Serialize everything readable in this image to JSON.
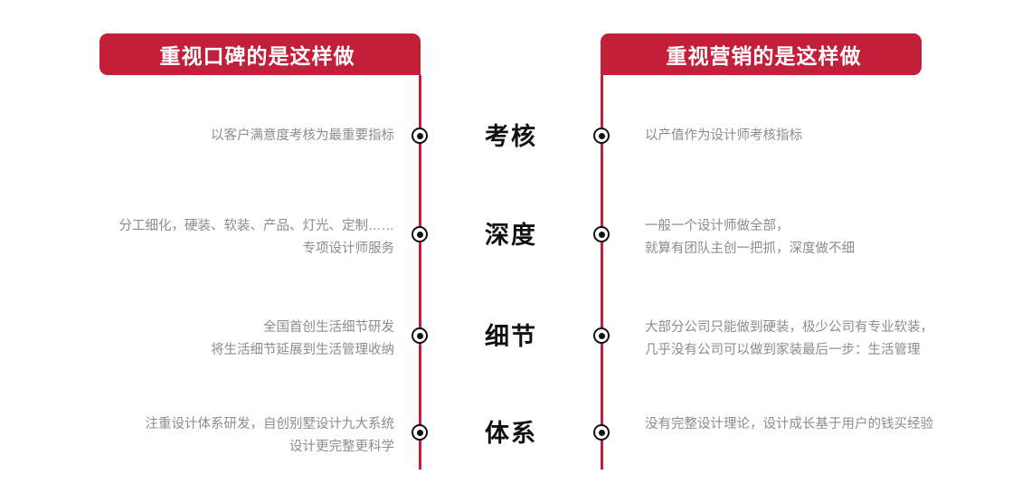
{
  "headers": {
    "left": "重视口碑的是这样做",
    "right": "重视营销的是这样做"
  },
  "colors": {
    "brand_red": "#c2203a",
    "text_gray": "#8c8c8c",
    "label_black": "#111111",
    "background": "#ffffff"
  },
  "rows": [
    {
      "category": "考核",
      "left": "以客户满意度考核为最重要指标",
      "right": "以产值作为设计师考核指标"
    },
    {
      "category": "深度",
      "left": "分工细化，硬装、软装、产品、灯光、定制……\n专项设计师服务",
      "right": "一般一个设计师做全部，\n就算有团队主创一把抓，深度做不细"
    },
    {
      "category": "细节",
      "left": "全国首创生活细节研发\n将生活细节延展到生活管理收纳",
      "right": "大部分公司只能做到硬装，极少公司有专业软装，\n几乎没有公司可以做到家装最后一步：生活管理"
    },
    {
      "category": "体系",
      "left": "注重设计体系研发，自创别墅设计九大系统\n设计更完整更科学",
      "right": "没有完整设计理论，设计成长基于用户的钱买经验"
    }
  ],
  "bullet_icon": "filled-ring-bullet-icon"
}
